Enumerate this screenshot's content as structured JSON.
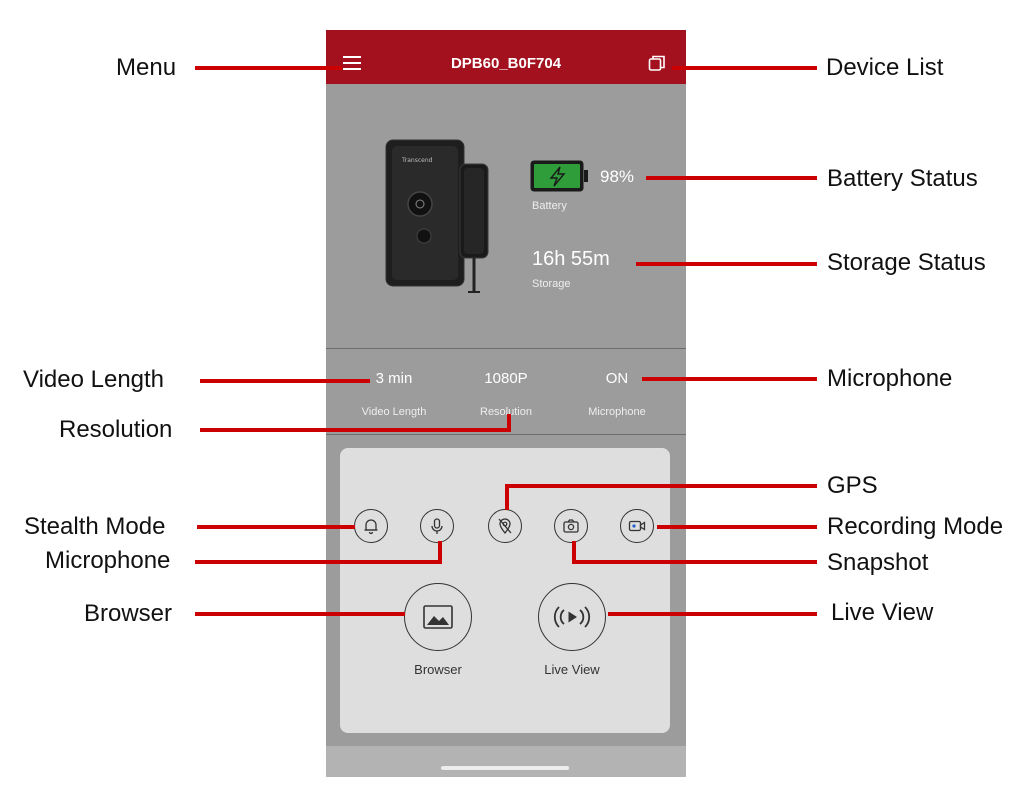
{
  "app": {
    "title": "DPB60_B0F704",
    "battery": {
      "value": "98%",
      "label": "Battery",
      "level": 0.98
    },
    "storage": {
      "value": "16h 55m",
      "label": "Storage"
    },
    "stats": [
      {
        "value": "3 min",
        "label": "Video Length"
      },
      {
        "value": "1080P",
        "label": "Resolution"
      },
      {
        "value": "ON",
        "label": "Microphone"
      }
    ],
    "browser": {
      "label": "Browser"
    },
    "live_view": {
      "label": "Live View"
    }
  },
  "callouts": {
    "menu": "Menu",
    "device_list": "Device List",
    "battery_status": "Battery Status",
    "storage_status": "Storage Status",
    "video_length": "Video  Length",
    "microphone_stat": "Microphone",
    "resolution": "Resolution",
    "gps": "GPS",
    "stealth_mode": "Stealth  Mode",
    "recording_mode": "Recording Mode",
    "microphone_btn": "Microphone",
    "snapshot": "Snapshot",
    "browser": "Browser",
    "live_view": "Live View"
  },
  "colors": {
    "header": "#a3101e",
    "screen_bg": "#9c9c9c",
    "panel_bg": "#dedede",
    "callout_line": "#cc0000",
    "battery_fill": "#2e9d3a"
  },
  "icons": [
    "menu-icon",
    "device-list-icon",
    "battery-icon",
    "bell-icon",
    "microphone-icon",
    "gps-off-icon",
    "camera-icon",
    "video-record-icon",
    "image-icon",
    "live-broadcast-icon"
  ]
}
